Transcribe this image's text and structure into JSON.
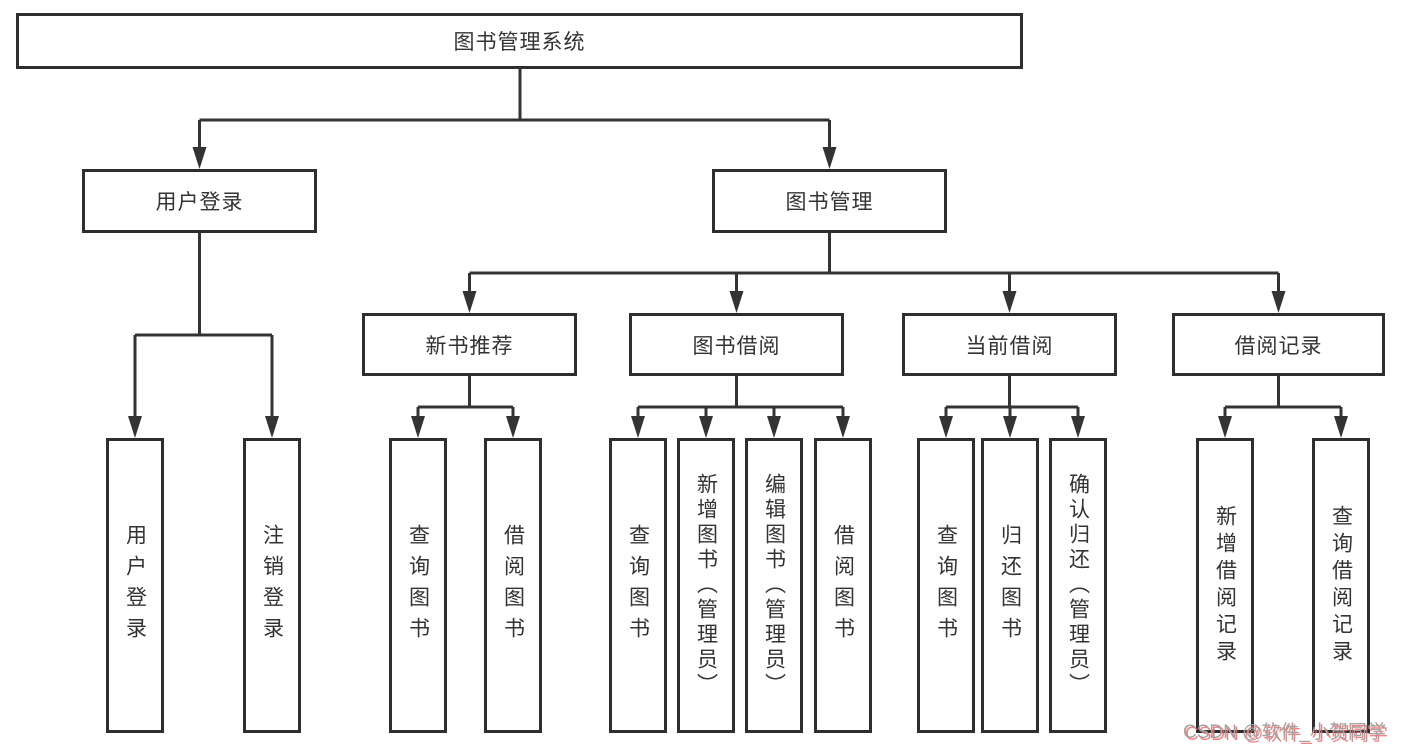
{
  "diagram": {
    "root": "图书管理系统",
    "level1": {
      "user_login": "用户登录",
      "book_management": "图书管理"
    },
    "level2": {
      "new_book_recommend": "新书推荐",
      "book_borrowing": "图书借阅",
      "current_borrowing": "当前借阅",
      "borrowing_records": "借阅记录"
    },
    "leaves": {
      "user_login": "用户登录",
      "logout": "注销登录",
      "nb_query_books": "查询图书",
      "nb_borrow_books": "借阅图书",
      "bb_query_books": "查询图书",
      "bb_add_books_admin": "新增图书（管理员）",
      "bb_edit_books_admin": "编辑图书（管理员）",
      "bb_borrow_books": "借阅图书",
      "cb_query_books": "查询图书",
      "cb_return_books": "归还图书",
      "cb_confirm_return_admin": "确认归还（管理员）",
      "br_add_record": "新增借阅记录",
      "br_query_record": "查询借阅记录"
    }
  },
  "watermark": "CSDN @软件_小贺同学",
  "colors": {
    "line": "#333333",
    "box_border": "#2e2e2e",
    "text": "#333333",
    "background": "#ffffff",
    "watermark_gray": "#a3a3a3",
    "watermark_red": "#f26262"
  }
}
